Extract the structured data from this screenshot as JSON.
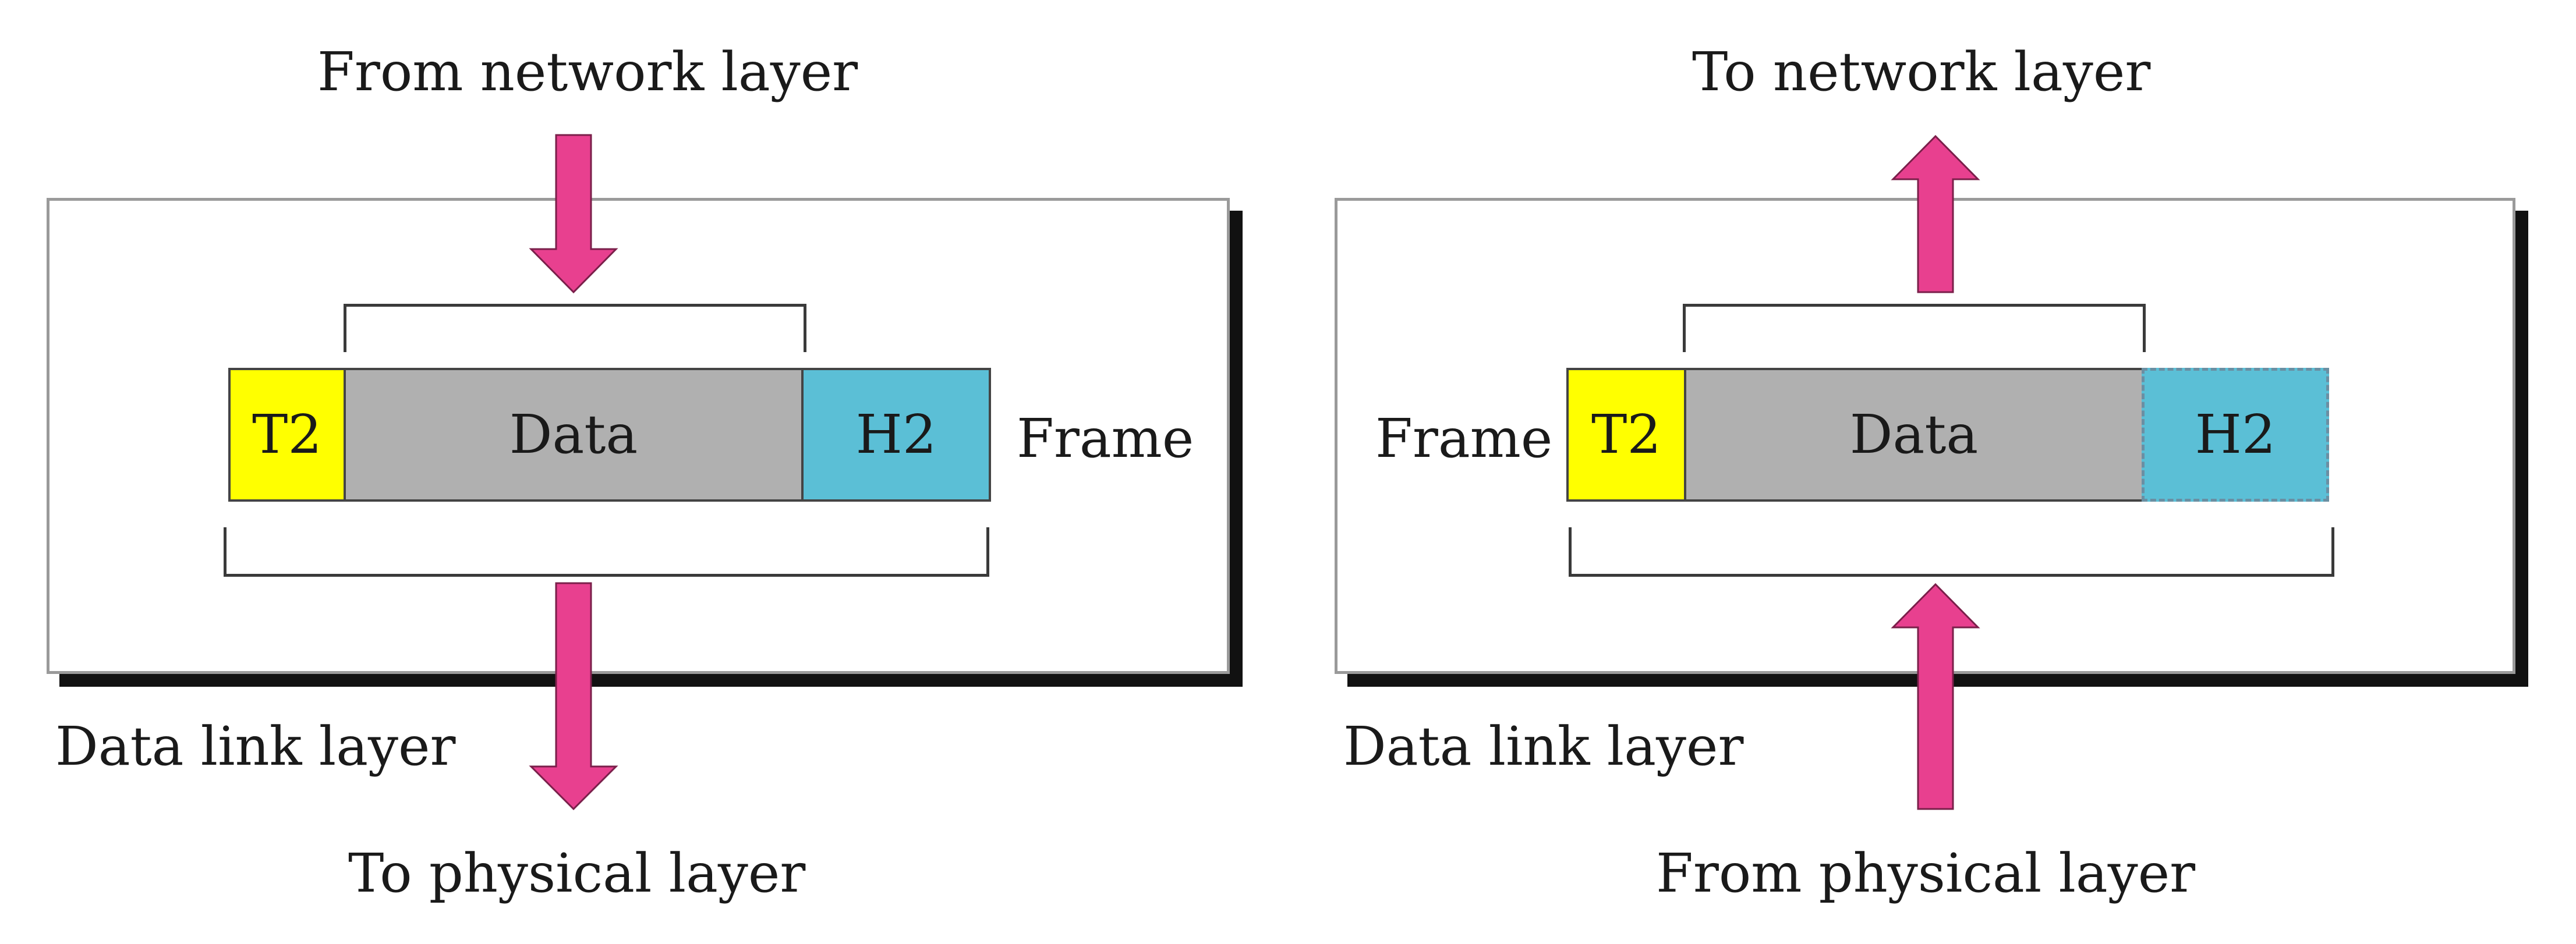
{
  "sending": {
    "top_label": "From network layer",
    "bottom_label": "To physical layer",
    "layer_label": "Data link layer",
    "frame_label": "Frame",
    "segments": {
      "trailer": "T2",
      "data": "Data",
      "header": "H2"
    }
  },
  "receiving": {
    "top_label": "To network layer",
    "bottom_label": "From physical layer",
    "layer_label": "Data link layer",
    "frame_label": "Frame",
    "segments": {
      "trailer": "T2",
      "data": "Data",
      "header": "H2"
    }
  },
  "colors": {
    "trailer": "#ffff00",
    "data": "#b0b0b0",
    "header": "#5bbfd6",
    "arrow": "#e8408f",
    "arrow_stroke": "#7a1f4a",
    "shadow": "#111111"
  }
}
